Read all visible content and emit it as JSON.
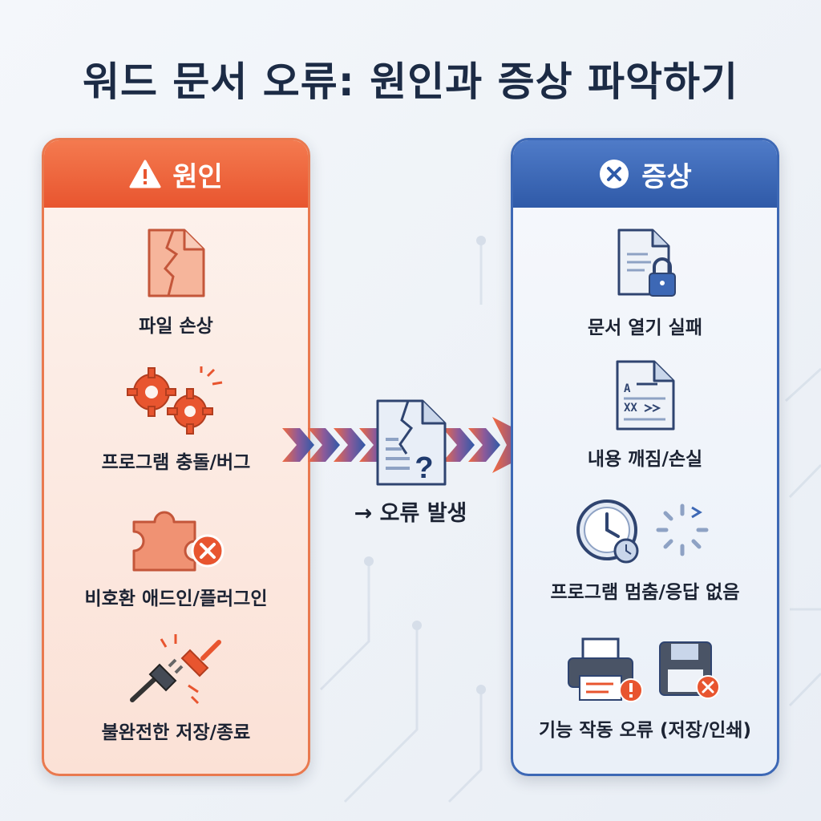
{
  "title": "워드 문서 오류: 원인과 증상 파악하기",
  "cause_panel": {
    "header": "원인",
    "header_icon": "warning-icon",
    "accent_color": "#e8552f",
    "items": [
      {
        "label": "파일 손상",
        "icon": "broken-file-icon"
      },
      {
        "label": "프로그램 충돌/버그",
        "icon": "gears-icon"
      },
      {
        "label": "비호환 애드인/플러그인",
        "icon": "puzzle-error-icon"
      },
      {
        "label": "불완전한 저장/종료",
        "icon": "unplugged-icon"
      }
    ]
  },
  "center": {
    "label": "→ 오류 발생",
    "icon": "broken-document-question-icon"
  },
  "symptom_panel": {
    "header": "증상",
    "header_icon": "close-circle-icon",
    "accent_color": "#2f5aa8",
    "items": [
      {
        "label": "문서 열기 실패",
        "icon": "locked-document-icon"
      },
      {
        "label": "내용 깨짐/손실",
        "icon": "garbled-document-icon"
      },
      {
        "label": "프로그램 멈춤/응답 없음",
        "icon": "clock-loading-icon"
      },
      {
        "label": "기능 작동 오류 (저장/인쇄)",
        "icon": "printer-floppy-error-icon"
      }
    ]
  },
  "garbled_text": {
    "line1": "A",
    "line2": "XX"
  }
}
